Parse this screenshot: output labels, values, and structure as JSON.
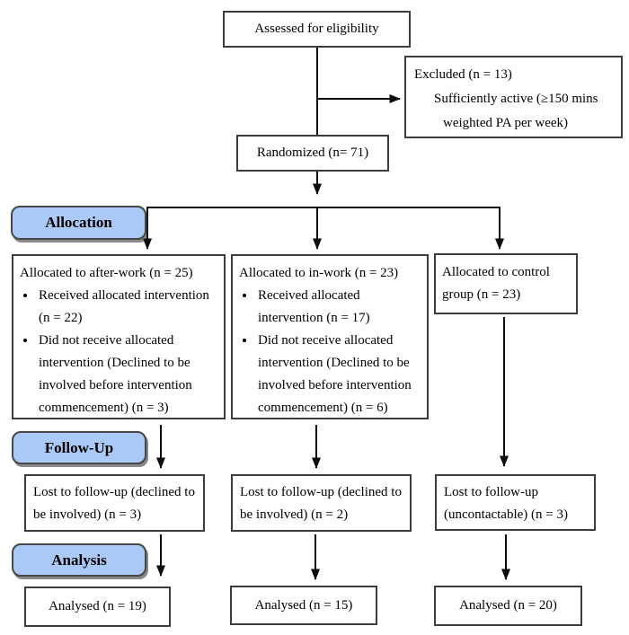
{
  "colors": {
    "stage_fill": "#aac9f6",
    "box_border": "#3c3c3c",
    "arrow": "#0d0d0d"
  },
  "flow": {
    "assessed": {
      "label": "Assessed for eligibility"
    },
    "excluded": {
      "title": "Excluded (n = 13)",
      "reason_line1": "Sufficiently active (≥150 mins",
      "reason_line2": "weighted PA per week)"
    },
    "randomized": {
      "label": "Randomized (n= 71)"
    },
    "stages": {
      "allocation": "Allocation",
      "followup": "Follow-Up",
      "analysis": "Analysis"
    },
    "allocation": {
      "after_work": {
        "title": "Allocated to after-work (n = 25)",
        "bullets": [
          "Received allocated intervention (n = 22)",
          "Did not receive allocated intervention (Declined to be involved before intervention commencement) (n = 3)"
        ]
      },
      "in_work": {
        "title": "Allocated to in-work (n = 23)",
        "bullets": [
          "Received allocated intervention (n = 17)",
          "Did not receive allocated intervention (Declined to be involved before intervention commencement) (n = 6)"
        ]
      },
      "control": {
        "title": "Allocated to control group (n = 23)"
      }
    },
    "followup": {
      "after_work": "Lost to follow-up (declined to be involved) (n = 3)",
      "in_work": "Lost to follow-up (declined to be involved) (n = 2)",
      "control": "Lost to follow-up (uncontactable) (n = 3)"
    },
    "analysis": {
      "after_work": "Analysed (n = 19)",
      "in_work": "Analysed (n = 15)",
      "control": "Analysed (n = 20)"
    }
  }
}
